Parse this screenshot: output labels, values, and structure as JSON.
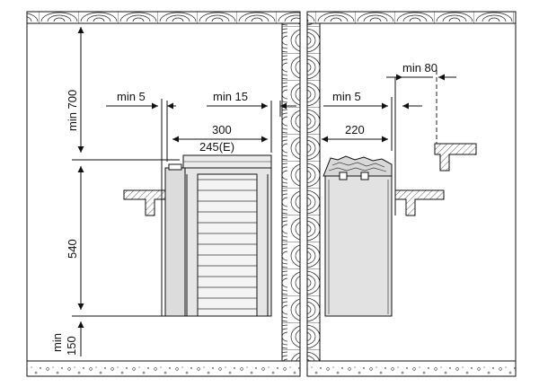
{
  "dimensions": {
    "min_700": "min 700",
    "min_5_left": "min 5",
    "min_15": "min 15",
    "width_300": "300",
    "width_245e": "245(E)",
    "height_540": "540",
    "min_150_line1": "min",
    "min_150_line2": "150",
    "min_5_right": "min 5",
    "min_80": "min 80",
    "depth_220": "220"
  },
  "colors": {
    "stroke": "#111111",
    "heater_fill": "#e6e6e6",
    "heater_shade": "#c8c8c8",
    "wall_bg": "#ffffff"
  }
}
